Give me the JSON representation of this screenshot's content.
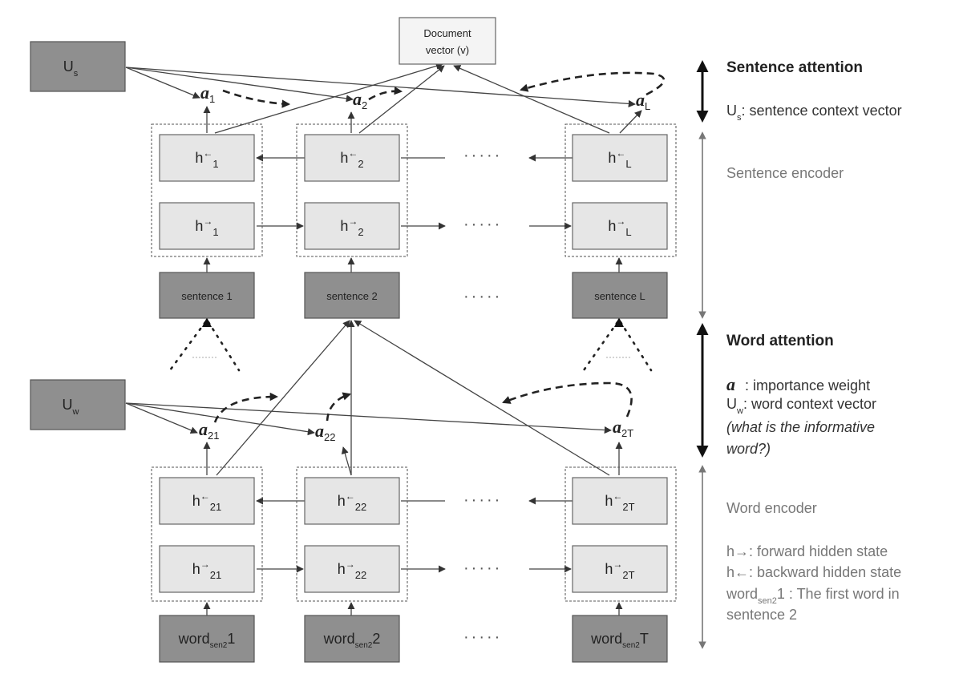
{
  "document_box": {
    "line1": "Document",
    "line2": "vector (v)"
  },
  "context_vectors": {
    "sentence": {
      "main": "U",
      "sub": "s"
    },
    "word": {
      "main": "U",
      "sub": "w"
    }
  },
  "sentence_level": {
    "alphas": [
      {
        "main": "a",
        "sub": "1"
      },
      {
        "main": "a",
        "sub": "2"
      },
      {
        "main": "a",
        "sub": "L"
      }
    ],
    "backward": [
      {
        "main": "h",
        "arrow": "←",
        "sub": "1"
      },
      {
        "main": "h",
        "arrow": "←",
        "sub": "2"
      },
      {
        "main": "h",
        "arrow": "←",
        "sub": "L"
      }
    ],
    "forward": [
      {
        "main": "h",
        "arrow": "→",
        "sub": "1"
      },
      {
        "main": "h",
        "arrow": "→",
        "sub": "2"
      },
      {
        "main": "h",
        "arrow": "→",
        "sub": "L"
      }
    ],
    "inputs": [
      "sentence 1",
      "sentence 2",
      "sentence L"
    ]
  },
  "word_level": {
    "alphas": [
      {
        "main": "a",
        "sub": "21"
      },
      {
        "main": "a",
        "sub": "22"
      },
      {
        "main": "a",
        "sub": "2T"
      }
    ],
    "backward": [
      {
        "main": "h",
        "arrow": "←",
        "sub": "21"
      },
      {
        "main": "h",
        "arrow": "←",
        "sub": "22"
      },
      {
        "main": "h",
        "arrow": "←",
        "sub": "2T"
      }
    ],
    "forward": [
      {
        "main": "h",
        "arrow": "→",
        "sub": "21"
      },
      {
        "main": "h",
        "arrow": "→",
        "sub": "22"
      },
      {
        "main": "h",
        "arrow": "→",
        "sub": "2T"
      }
    ],
    "inputs": [
      {
        "main": "word",
        "sub": "sen2",
        "suffix": "1"
      },
      {
        "main": "word",
        "sub": "sen2",
        "suffix": "2"
      },
      {
        "main": "word",
        "sub": "sen2",
        "suffix": "T"
      }
    ]
  },
  "ellipsis": "·····",
  "legend": {
    "sentence_attention": {
      "title": "Sentence attention",
      "us_main": "U",
      "us_sub": "s",
      "us_desc": ": sentence context vector"
    },
    "sentence_encoder": "Sentence encoder",
    "word_attention": {
      "title": "Word attention",
      "alpha_symbol": "a",
      "alpha_desc": ": importance weight",
      "uw_main": "U",
      "uw_sub": "w",
      "uw_desc": ": word context vector",
      "question_line1": "(what is the informative",
      "question_line2": "word?)"
    },
    "word_encoder": {
      "title": "Word encoder",
      "forward_symbol": "h→",
      "forward_desc": ":  forward hidden state",
      "backward_symbol": "h←",
      "backward_desc": ": backward hidden state",
      "word_main": "word",
      "word_sub": "sen2",
      "word_desc": "1 : The first word in",
      "word_desc2": "sentence 2"
    }
  }
}
